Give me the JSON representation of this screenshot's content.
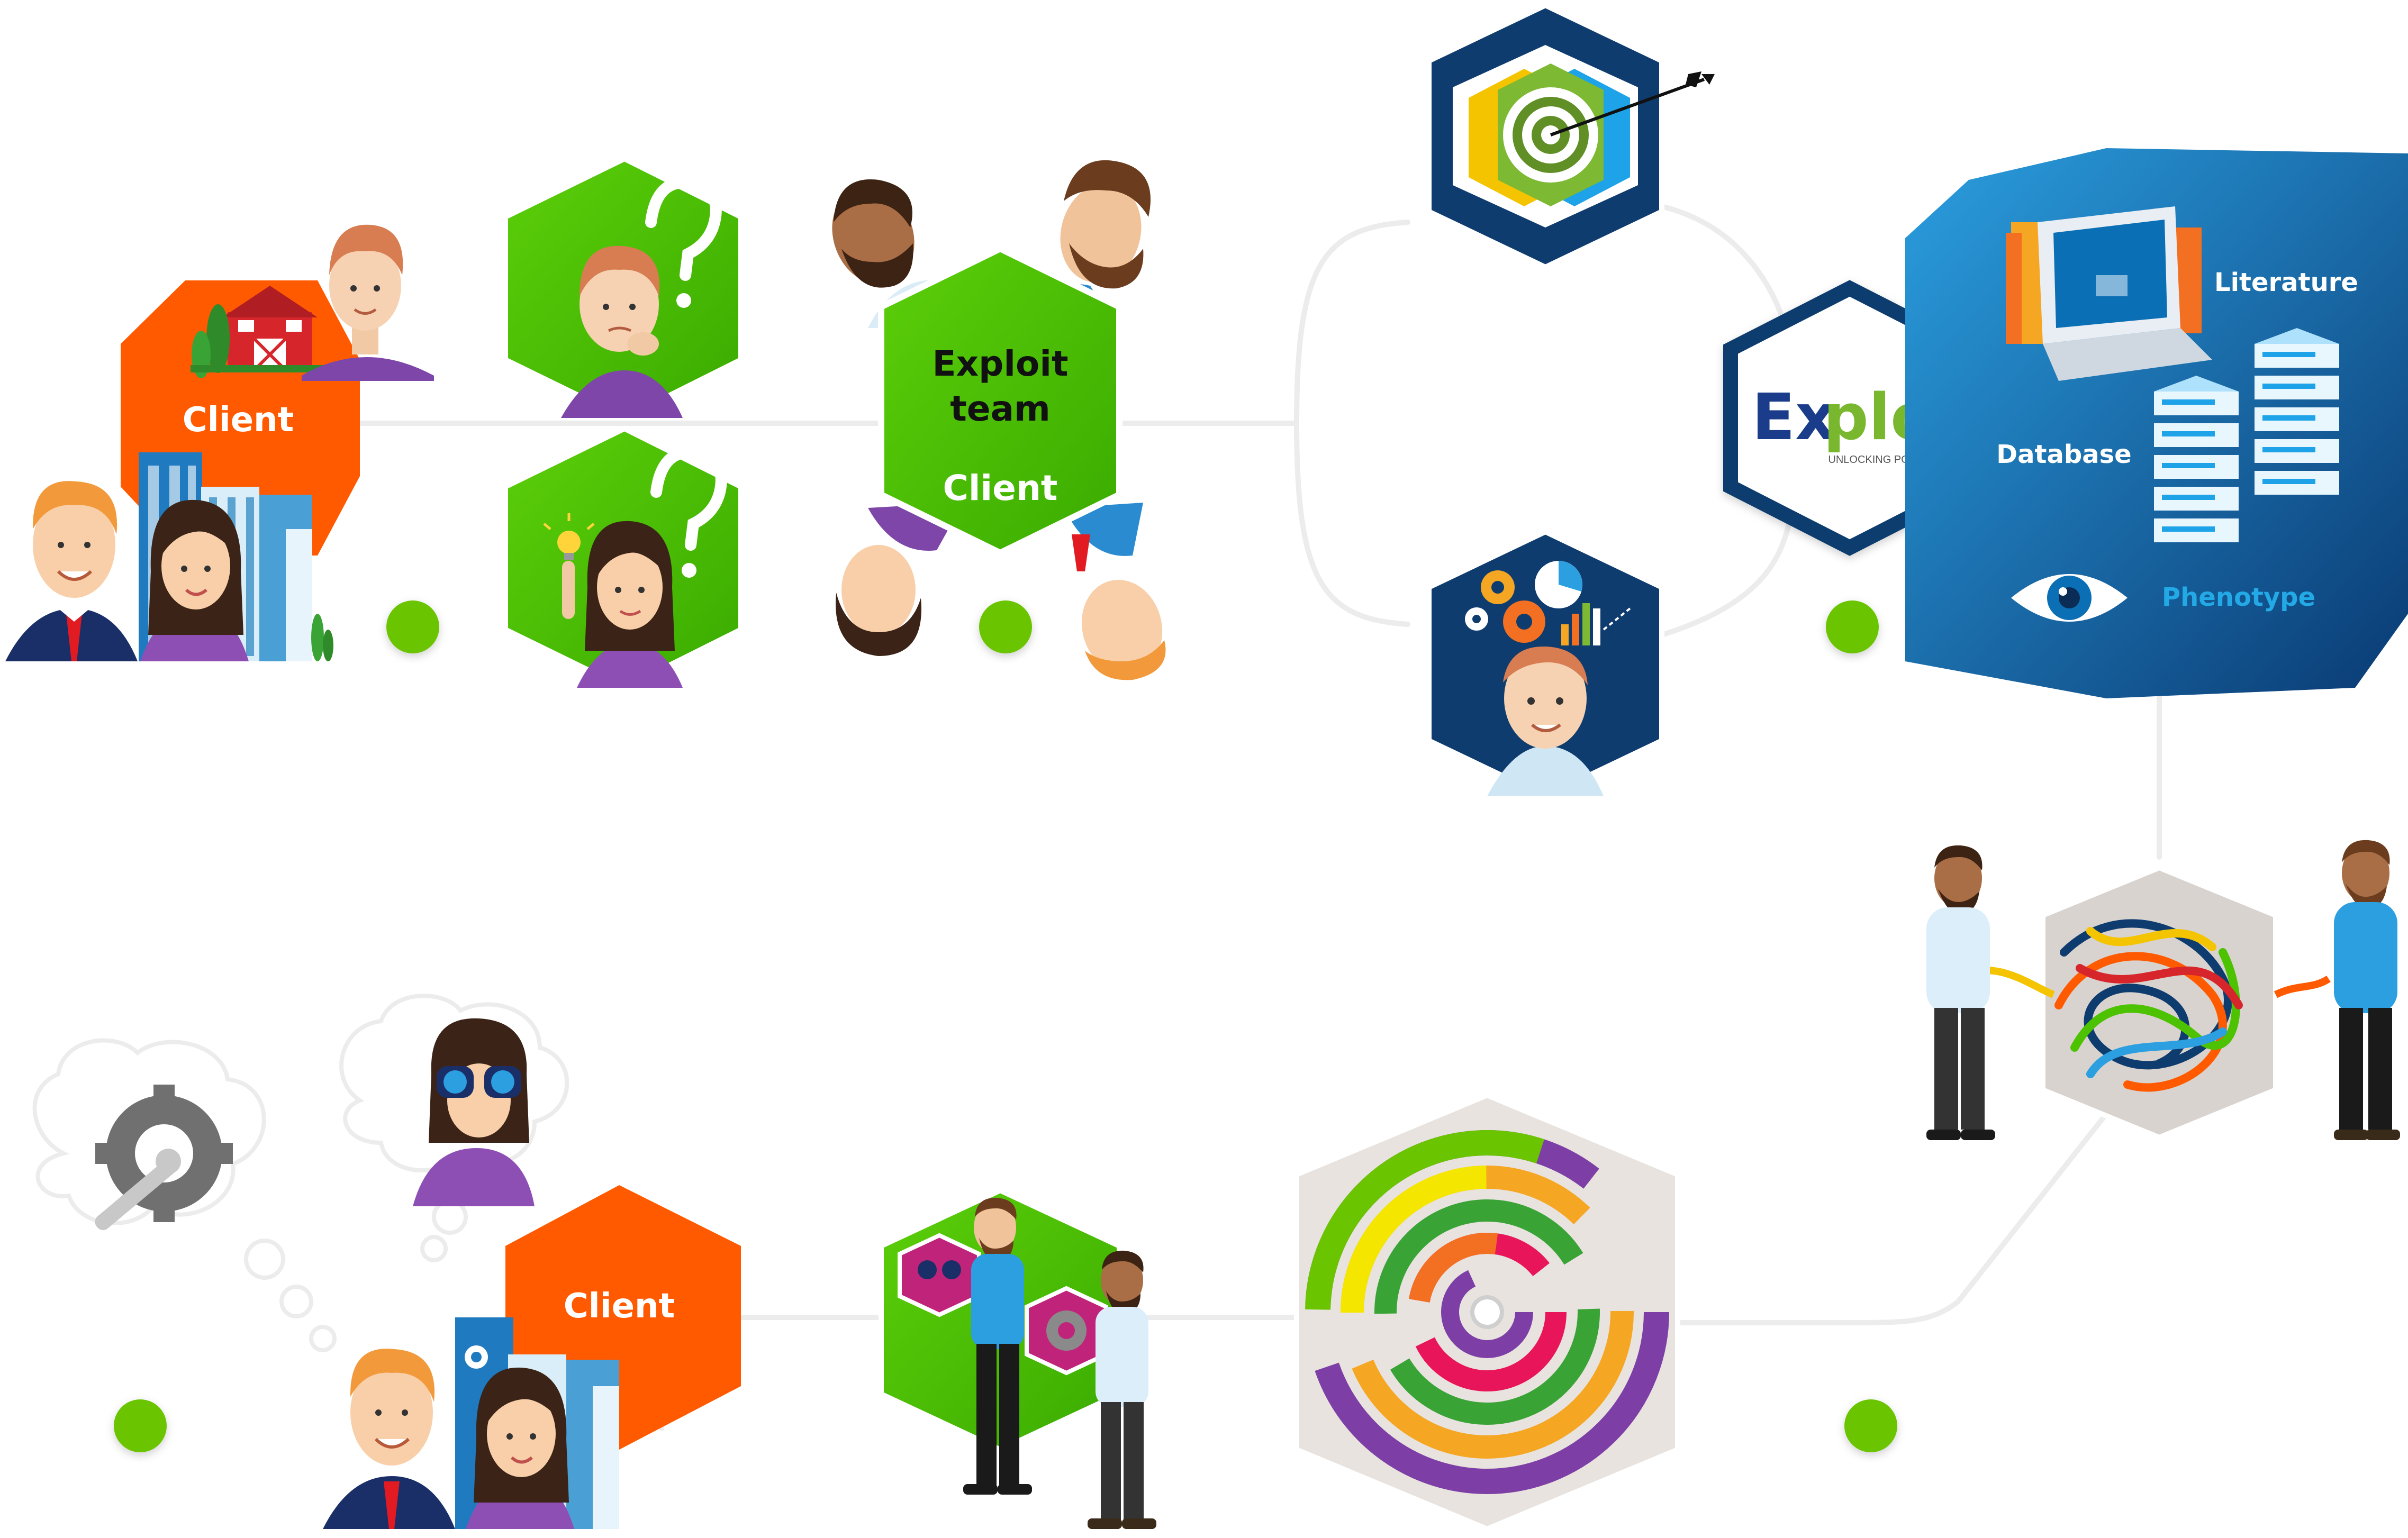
{
  "labels": {
    "client_top": "Client",
    "exploit_team_line1": "Exploit",
    "exploit_team_line2": "team",
    "client_mid": "Client",
    "client_bottom": "Client",
    "logo_ex": "Ex",
    "logo_ploit": "ploit",
    "logo_tagline": "UNLOCKING POTENTIAL",
    "literature": "Literature",
    "database": "Database",
    "phenotype": "Phenotype"
  },
  "colors": {
    "client_orange": "#ff5a00",
    "green": "#4cc200",
    "navy": "#0f3c6e",
    "blue": "#0b6fb5",
    "dot_green": "#6ac400",
    "connector": "#ececec",
    "text_dark": "#111111",
    "white": "#ffffff",
    "phenotype_cyan": "#22a9e6",
    "logo_blue": "#1a3c8a",
    "logo_green": "#79b82e"
  },
  "icons": [
    "farm-barn-icon",
    "office-building-icon",
    "question-mark-icon",
    "lightbulb-icon",
    "target-arrow-icon",
    "gears-icon",
    "chart-icon",
    "laptop-books-icon",
    "server-icon",
    "eye-icon",
    "binoculars-icon",
    "wrench-gear-icon",
    "tangled-yarn-icon",
    "maze-icon"
  ]
}
